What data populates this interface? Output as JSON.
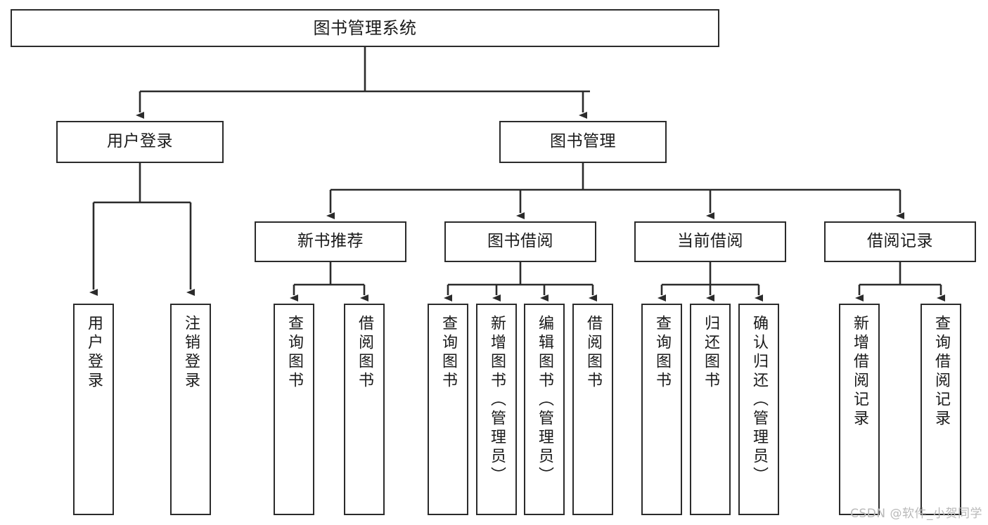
{
  "diagram": {
    "title": "图书管理系统",
    "type": "tree-hierarchy",
    "orientation": "top-down",
    "colors": {
      "box_border": "#2b2b2b",
      "box_fill": "#ffffff",
      "edge": "#2b2b2b",
      "text": "#1a1a1a",
      "watermark": "#b9b9b9",
      "background": "#ffffff"
    }
  },
  "root": {
    "label": "图书管理系统"
  },
  "level2": [
    {
      "label": "用户登录"
    },
    {
      "label": "图书管理"
    }
  ],
  "level3": [
    {
      "label": "新书推荐"
    },
    {
      "label": "图书借阅"
    },
    {
      "label": "当前借阅"
    },
    {
      "label": "借阅记录"
    }
  ],
  "leaves": {
    "user_login": [
      {
        "label": "用户登录"
      },
      {
        "label": "注销登录"
      }
    ],
    "new_book_rec": [
      {
        "label": "查询图书"
      },
      {
        "label": "借阅图书"
      }
    ],
    "book_borrow": [
      {
        "label": "查询图书"
      },
      {
        "label": "新增图书（管理员）"
      },
      {
        "label": "编辑图书（管理员）"
      },
      {
        "label": "借阅图书"
      }
    ],
    "current_borrow": [
      {
        "label": "查询图书"
      },
      {
        "label": "归还图书"
      },
      {
        "label": "确认归还（管理员）"
      }
    ],
    "borrow_record": [
      {
        "label": "新增借阅记录"
      },
      {
        "label": "查询借阅记录"
      }
    ]
  },
  "watermark": {
    "text": "CSDN @软件_小贺同学"
  }
}
